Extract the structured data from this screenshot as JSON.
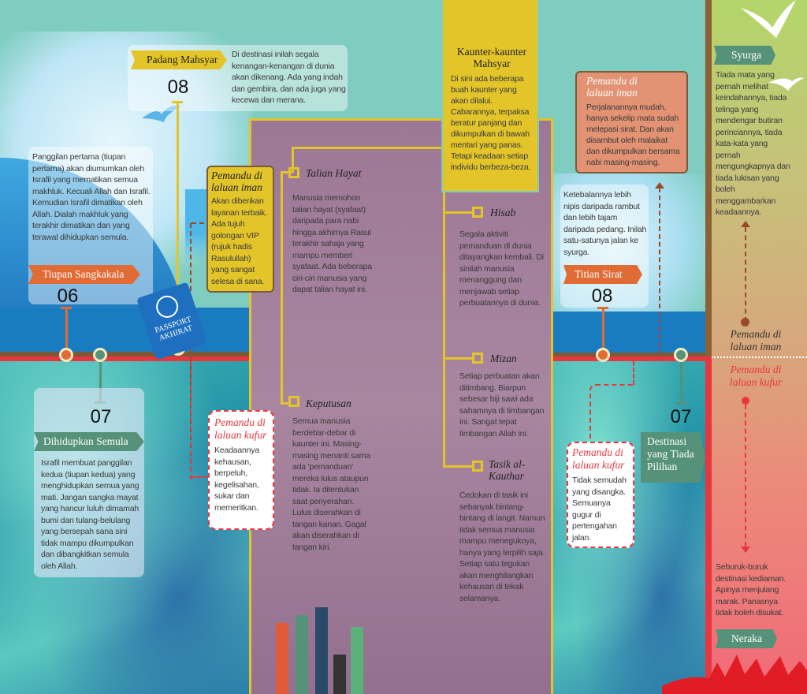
{
  "stations": {
    "tiupan": {
      "number": "06",
      "title": "Tiupan Sangkakala",
      "text": "Panggilan pertama (tiupan pertama) akan diumumkan oleh Israfil yang mematikan semua makhluk. Kecuali Allah dan Israfil. Kemudian Israfil dimatikan oleh Allah. Dialah makhluk yang terakhir dimatikan dan yang terawal dihidupkan semula."
    },
    "dihidupkan": {
      "number": "07",
      "title": "Dihidupkan Semula",
      "text": "Israfil membuat panggilan kedua (tiupan kedua) yang menghidupkan semua yang mati. Jangan sangka mayat yang hancur luluh dimamah bumi dan tulang-belulang yang bersepah sana sini tidak mampu dikumpulkan dan dibangkitkan semula oleh Allah."
    },
    "padang": {
      "number": "08",
      "title": "Padang Mahsyar",
      "text": "Di destinasi inilah segala kenangan-kenangan di dunia akan dikenang. Ada yang indah dan gembira, dan ada juga yang kecewa dan merana."
    },
    "kaunter": {
      "title": "Kaunter-kaunter Mahsyar",
      "text": "Di sini ada beberapa buah kaunter yang akan dilalui. Cabarannya, terpaksa beratur panjang dan dikumpulkan di bawah mentari yang panas. Tetapi keadaan setiap individu berbeza-beza."
    },
    "titian": {
      "number": "08",
      "title": "Titian Sirat",
      "text": "Ketebalannya lebih nipis daripada rambut dan lebih tajam daripada pedang. Inilah satu-satunya jalan ke syurga."
    },
    "destinasi": {
      "number": "07",
      "title": "Destinasi yang Tiada Pilihan"
    }
  },
  "counters": [
    {
      "title": "Talian Hayat",
      "text": "Manusia memohon talian hayat (syafaat) daripada para nabi hingga akhirnya Rasul terakhir sahaja yang mampu memberi syafaat. Ada beberapa ciri-ciri manusia yang dapat talian hayat ini."
    },
    {
      "title": "Keputusan",
      "text": "Semua manusia berdebar-debar di kaunter ini. Masing-masing menanti sama ada 'pemanduan' mereka lulus ataupun tidak. Ia ditentukan saat penyerahan. Lulus diserahkan di tangan kanan. Gagal akan diserahkan di tangan kiri."
    },
    {
      "title": "Hisab",
      "text": "Segala aktiviti pemanduan di dunia ditayangkan kembali. Di sinilah manusia menanggung dan menjawab setiap perbuatannya di dunia."
    },
    {
      "title": "Mizan",
      "text": "Setiap perbuatan akan ditimbang. Biarpun sebesar biji sawi ada sahamnya di timbangan ini. Sangat tepat timbangan Allah ini."
    },
    {
      "title": "Tasik al-Kauthar",
      "text": "Cedokan di tasik ini sebanyak bintang-bintang di langit. Namun tidak semua manusia mampu meneguknya, hanya yang terpilih saja. Setiap satu tegukan akan menghilangkan kehausan di tekak selamanya."
    }
  ],
  "guides": {
    "iman1": {
      "title": "Pemandu di laluan iman",
      "text": "Akan diberikan layanan terbaik. Ada tujuh golongan VIP (rujuk hadis Rasulullah) yang sangat selesa di sana."
    },
    "kufur1": {
      "title": "Pemandu di laluan kufur",
      "text": "Keadaannya kehausan, berpeluh, kegelisahan, sukar dan memeritkan."
    },
    "iman2": {
      "title": "Pemandu di laluan iman",
      "text": "Perjalanannya mudah, hanya sekelip mata sudah melepasi sirat. Dan akan disambut oleh malaikat dan dikumpulkan bersama nabi masing-masing."
    },
    "kufur2": {
      "title": "Pemandu di laluan kufur",
      "text": "Tidak semudah yang disangka. Semuanya gugur di pertengahan jalan."
    }
  },
  "final": {
    "syurga": {
      "title": "Syurga",
      "text": "Tiada mata yang pernah melihat keindahannya, tiada telinga yang mendengar butiran perinciannya, tiada kata-kata yang pernah mengungkapnya dan tiada lukisan yang boleh menggambarkan keadaannya."
    },
    "iman_label": "Pemandu di laluan iman",
    "kufur_label": "Pemandu di laluan kufur",
    "neraka": {
      "title": "Neraka",
      "text": "Seburuk-buruk destinasi kediaman. Apinya menjulang marak. Panasnya tidak boleh disukat."
    }
  },
  "passport": {
    "line1": "PASSPORT",
    "line2": "AKHIRAT"
  },
  "colors": {
    "sky": "#7fcdc0",
    "yellow": "#e3c52a",
    "orange": "#e06b35",
    "green": "#56927a",
    "red": "#e8363f",
    "purple": "#9d7896"
  }
}
